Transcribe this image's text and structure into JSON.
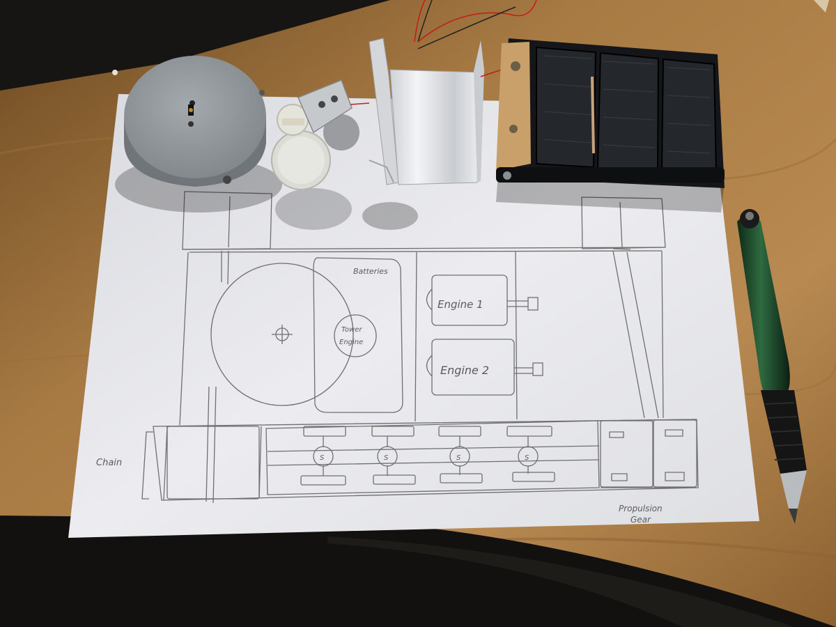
{
  "sketch": {
    "labels": {
      "batteries": "Batteries",
      "tower_engine_line1": "Tower",
      "tower_engine_line2": "Engine",
      "engine1": "Engine 1",
      "engine2": "Engine 2",
      "chain": "Chain",
      "propulsion_gear_line1": "Propulsion",
      "propulsion_gear_line2": "Gear",
      "wheel_mark": "S"
    }
  },
  "colors": {
    "desk": "#a9793f",
    "desk_dark": "#7a5227",
    "paper": "#e9e9ec",
    "pencil": "#6d6d6d",
    "turntable": "#8e9497",
    "solar_panel": "#1c1e22",
    "pen_body": "#1f4a2c"
  }
}
